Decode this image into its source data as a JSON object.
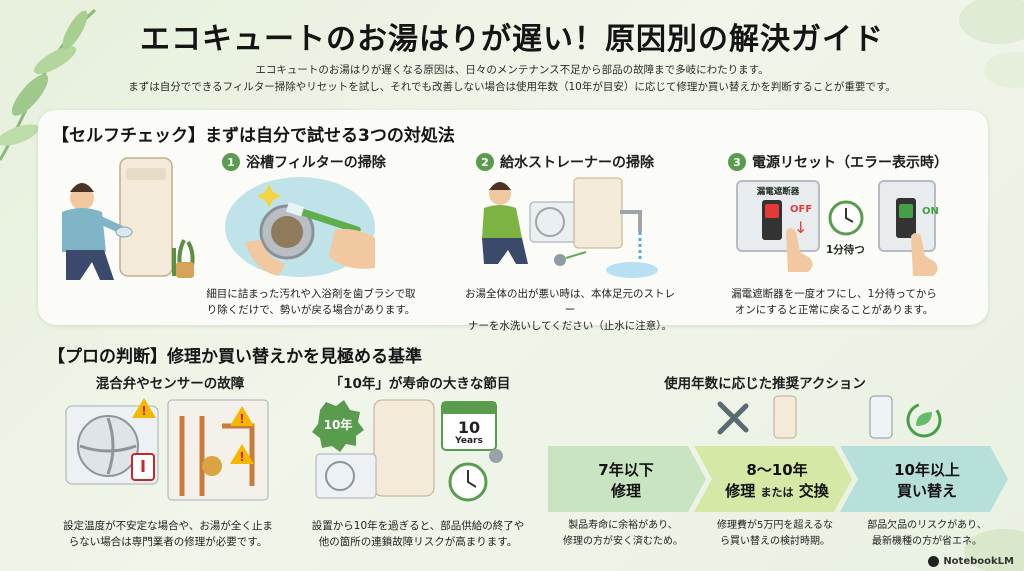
{
  "header": {
    "title": "エコキュートのお湯はりが遅い！原因別の解決ガイド",
    "subtitle_line1": "エコキュートのお湯はりが遅くなる原因は、日々のメンテナンス不足から部品の故障まで多岐にわたります。",
    "subtitle_line2": "まずは自分でできるフィルター掃除やリセットを試し、それでも改善しない場合は使用年数（10年が目安）に応じて修理か買い替えかを判断することが重要です。"
  },
  "self_check": {
    "heading": "【セルフチェック】まずは自分で試せる3つの対処法",
    "steps": [
      {
        "num": "1",
        "title": "浴槽フィルターの掃除",
        "desc_line1": "細目に詰まった汚れや入浴剤を歯ブラシで取",
        "desc_line2": "り除くだけで、勢いが戻る場合があります。"
      },
      {
        "num": "2",
        "title": "給水ストレーナーの掃除",
        "desc_line1": "お湯全体の出が悪い時は、本体足元のストレー",
        "desc_line2": "ナーを水洗いしてください（止水に注意）。"
      },
      {
        "num": "3",
        "title": "電源リセット（エラー表示時）",
        "desc_line1": "漏電遮断器を一度オフにし、1分待ってから",
        "desc_line2": "オンにすると正常に戻ることがあります。"
      }
    ],
    "breaker_label": "漏電遮断器",
    "off_label": "OFF",
    "on_label": "ON",
    "wait_label": "1分待つ"
  },
  "pro": {
    "heading": "【プロの判断】修理か買い替えかを見極める基準",
    "valve": {
      "title": "混合弁やセンサーの故障",
      "desc_line1": "設定温度が不安定な場合や、お湯が全く止ま",
      "desc_line2": "らない場合は専門業者の修理が必要です。"
    },
    "lifespan": {
      "title": "「10年」が寿命の大きな節目",
      "badge": "10年",
      "calendar_num": "10",
      "calendar_unit": "Years",
      "desc_line1": "設置から10年を過ぎると、部品供給の終了や",
      "desc_line2": "他の箇所の連鎖故障リスクが高まります。"
    },
    "action": {
      "title": "使用年数に応じた推奨アクション",
      "stages": [
        {
          "period": "7年以下",
          "action": "修理",
          "desc_line1": "製品寿命に余裕があり、",
          "desc_line2": "修理の方が安く済むため。",
          "color": "#c9e4c0"
        },
        {
          "period": "8〜10年",
          "action_a": "修理",
          "action_mid": "または",
          "action_b": "交換",
          "desc_line1": "修理費が5万円を超えるな",
          "desc_line2": "ら買い替えの検討時期。",
          "color": "#d6e8a6"
        },
        {
          "period": "10年以上",
          "action": "買い替え",
          "desc_line1": "部品欠品のリスクがあり、",
          "desc_line2": "最新機種の方が省エネ。",
          "color": "#b8e0da"
        }
      ]
    }
  },
  "brand": "NotebookLM",
  "colors": {
    "accent": "#5a9c4e",
    "danger": "#e53935",
    "warning": "#f5b700"
  }
}
